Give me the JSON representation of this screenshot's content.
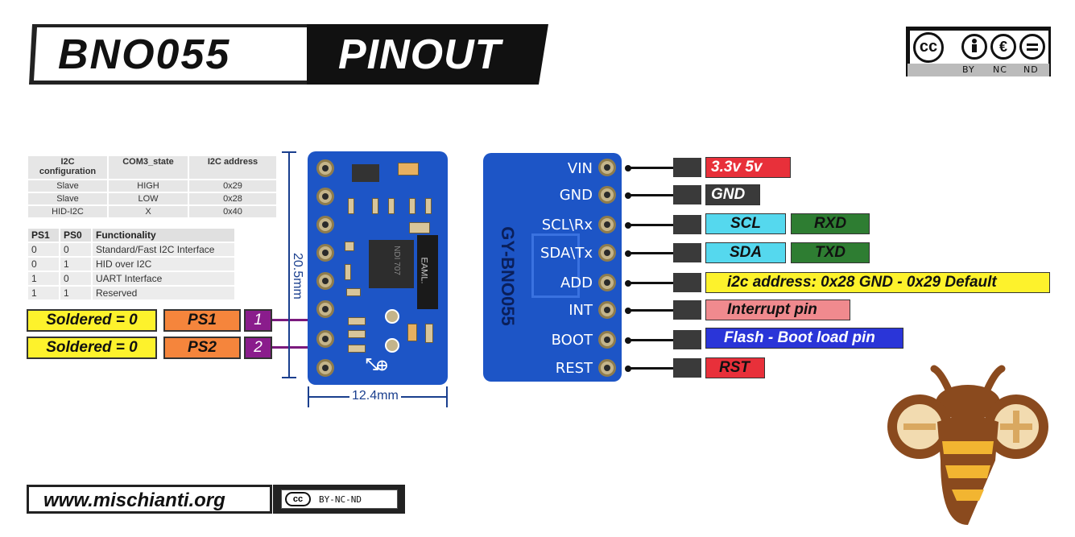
{
  "title": {
    "left": "BNO055",
    "right": "PINOUT"
  },
  "cc_badge": {
    "by": "BY",
    "nc": "NC",
    "nd": "ND",
    "cc": "cc",
    "nc_symbol": "€"
  },
  "i2c_table": {
    "headers": [
      "I2C configuration",
      "COM3_state",
      "I2C address"
    ],
    "rows": [
      [
        "Slave",
        "HIGH",
        "0x29"
      ],
      [
        "Slave",
        "LOW",
        "0x28"
      ],
      [
        "HID-I2C",
        "X",
        "0x40"
      ]
    ]
  },
  "ps_table": {
    "headers": [
      "PS1",
      "PS0",
      "Functionality"
    ],
    "rows": [
      [
        "0",
        "0",
        "Standard/Fast I2C Interface"
      ],
      [
        "0",
        "1",
        "HID over I2C"
      ],
      [
        "1",
        "0",
        "UART Interface"
      ],
      [
        "1",
        "1",
        "Reserved"
      ]
    ]
  },
  "solder": [
    {
      "state": "Soldered = 0",
      "pin": "PS1",
      "num": "1"
    },
    {
      "state": "Soldered = 0",
      "pin": "PS2",
      "num": "2"
    }
  ],
  "board1": {
    "height_dim": "20.5mm",
    "width_dim": "12.4mm",
    "chip_text": "NDI 707",
    "ic_label": "EAML."
  },
  "board2": {
    "silk": "GY-BNO055",
    "pins": [
      "VIN",
      "GND",
      "SCL\\Rx",
      "SDA\\Tx",
      "ADD",
      "INT",
      "BOOT",
      "REST"
    ]
  },
  "pin_tags": [
    {
      "text": "3.3v 5v",
      "color": "#e8303a",
      "text_color": "#ffffff"
    },
    {
      "text": "GND",
      "color": "#3a3a3a",
      "text_color": "#ffffff"
    },
    {
      "text": "SCL",
      "color": "#55d8ee",
      "text_color": "#111111",
      "second": "RXD",
      "second_color": "#2e7d32"
    },
    {
      "text": "SDA",
      "color": "#55d8ee",
      "text_color": "#111111",
      "second": "TXD",
      "second_color": "#2e7d32"
    },
    {
      "text": "i2c address: 0x28 GND - 0x29 Default",
      "color": "#fdf22c",
      "text_color": "#111111"
    },
    {
      "text": "Interrupt pin",
      "color": "#f08a8e",
      "text_color": "#111111"
    },
    {
      "text": "Flash - Boot load pin",
      "color": "#2a35d8",
      "text_color": "#ffffff"
    },
    {
      "text": "RST",
      "color": "#e8303a",
      "text_color": "#111111"
    }
  ],
  "footer": {
    "site": "www.mischianti.org",
    "license": "BY-NC-ND",
    "cc": "cc"
  }
}
